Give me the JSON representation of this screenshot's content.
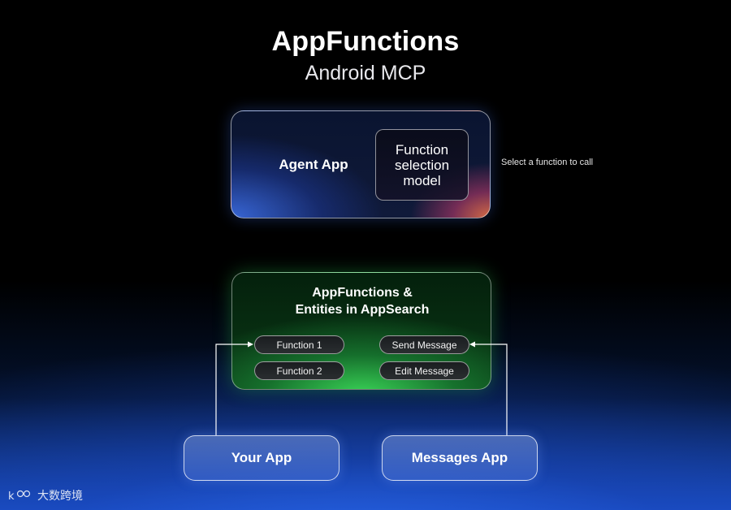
{
  "header": {
    "title": "AppFunctions",
    "subtitle": "Android MCP"
  },
  "agent": {
    "label": "Agent App",
    "model_label": "Function selection model",
    "note": "Select a function to call"
  },
  "appfunctions": {
    "title_line1": "AppFunctions &",
    "title_line2": "Entities in AppSearch",
    "left_functions": [
      "Function 1",
      "Function 2"
    ],
    "right_functions": [
      "Send Message",
      "Edit Message"
    ]
  },
  "apps": {
    "your_app": "Your App",
    "messages_app": "Messages App"
  },
  "watermark": {
    "logo_text": "k",
    "text": "大数跨境"
  },
  "colors": {
    "agent_accent": "#3c6ee6",
    "appfunctions_accent": "#3cdc5a",
    "app_box": "#5a80d8"
  }
}
